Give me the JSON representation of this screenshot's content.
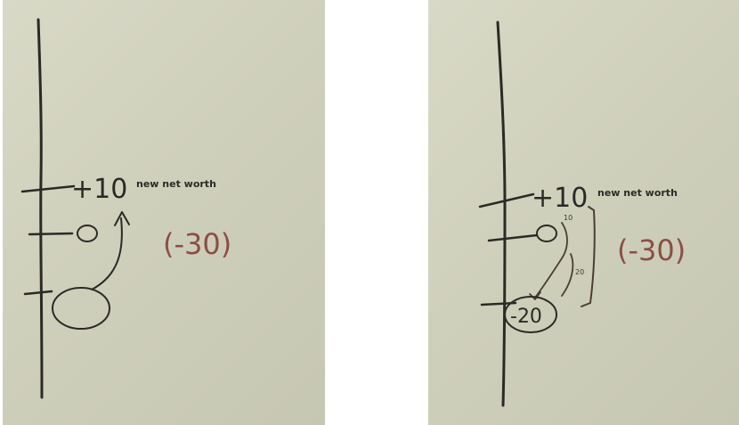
{
  "left_panel": {
    "label_plus10": "+10",
    "label_networth": "new net worth",
    "label_change": "(-30)"
  },
  "right_panel": {
    "label_plus10": "+10",
    "label_networth": "new net worth",
    "label_change": "(-30)",
    "label_result": "-20",
    "label_small_10": "10",
    "label_small_20": "20"
  },
  "colors": {
    "board": "#cfd0bc",
    "ink_black": "#2b2a26",
    "ink_red": "#8c4e44"
  }
}
